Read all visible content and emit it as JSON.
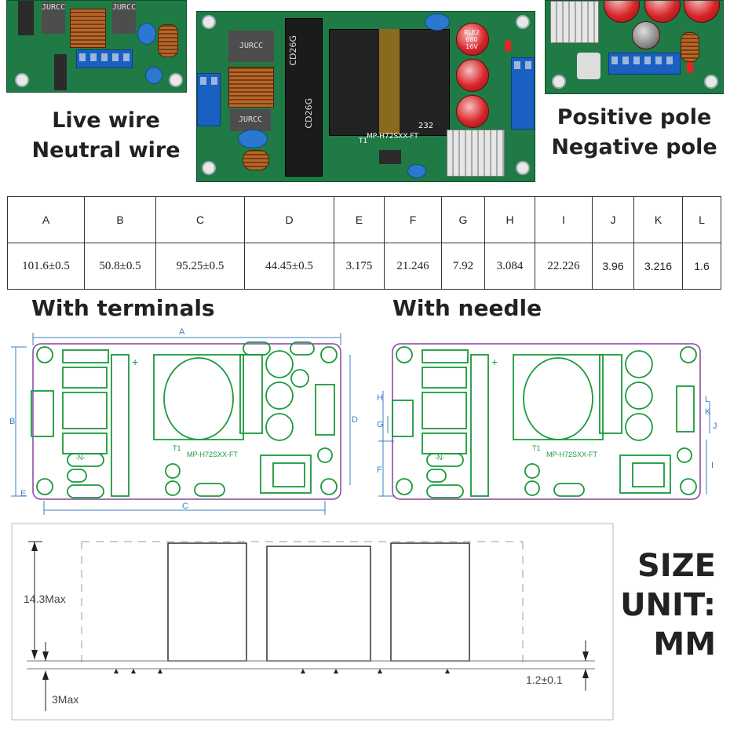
{
  "photos": {
    "left_caption_line1": "Live wire",
    "left_caption_line2": "Neutral wire",
    "right_caption_line1": "Positive pole",
    "right_caption_line2": "Negative pole",
    "center_model": "MP-H72SXX-FT",
    "component_labels": {
      "jurcc": "JURCC",
      "cd26g": "CD26G",
      "rle2": "RLE2",
      "cap_value": "680",
      "cap_voltage": "16V",
      "t1": "T1",
      "code": "232"
    }
  },
  "table": {
    "headers": [
      "A",
      "B",
      "C",
      "D",
      "E",
      "F",
      "G",
      "H",
      "I",
      "J",
      "K",
      "L"
    ],
    "values": [
      "101.6±0.5",
      "50.8±0.5",
      "95.25±0.5",
      "44.45±0.5",
      "3.175",
      "21.246",
      "7.92",
      "3.084",
      "22.226",
      "3.96",
      "3.216",
      "1.6"
    ]
  },
  "sections": {
    "with_terminals": "With terminals",
    "with_needle": "With needle"
  },
  "drawing_labels": {
    "A": "A",
    "B": "B",
    "C": "C",
    "D": "D",
    "E": "E",
    "F": "F",
    "G": "G",
    "H": "H",
    "I": "I",
    "J": "J",
    "K": "K",
    "L": "L",
    "model": "MP-H72SXX-FT",
    "t1": "T1",
    "n_symbol": "-N-",
    "plus": "+"
  },
  "side_view": {
    "height_label": "14.3Max",
    "bottom_label": "3Max",
    "thickness_label": "1.2±0.1"
  },
  "size_unit": {
    "line1": "SIZE UNIT:",
    "line2": "MM"
  },
  "colors": {
    "pcb_green": "#1f7a45",
    "terminal_blue": "#1a5fc2",
    "drawing_green": "#1a9a3a",
    "outline_purple": "#8b3fa0",
    "dim_blue": "#3b7fc4"
  }
}
